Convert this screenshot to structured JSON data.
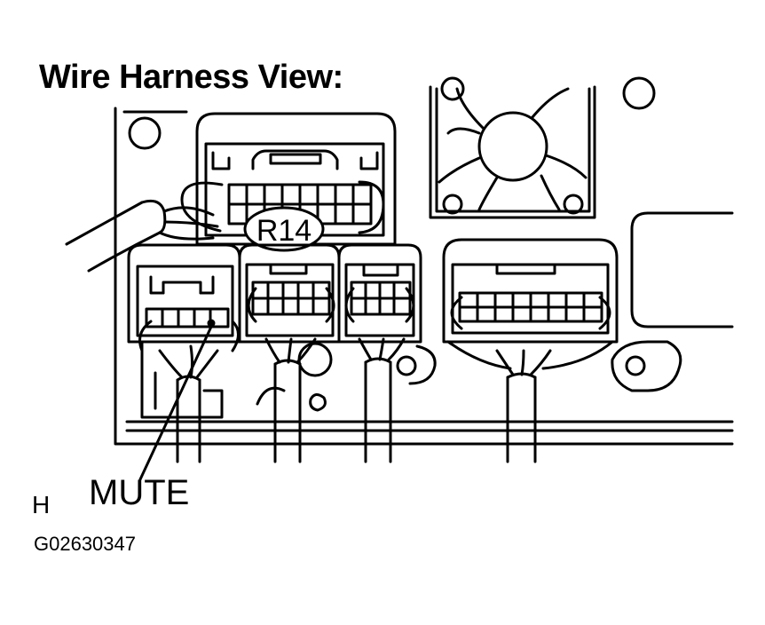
{
  "diagram": {
    "title": "Wire Harness View:",
    "connector_label": "R14",
    "terminal_label": "MUTE",
    "view_mark": "H",
    "figure_id": "G02630347"
  },
  "colors": {
    "ink": "#000000",
    "paper": "#ffffff"
  }
}
